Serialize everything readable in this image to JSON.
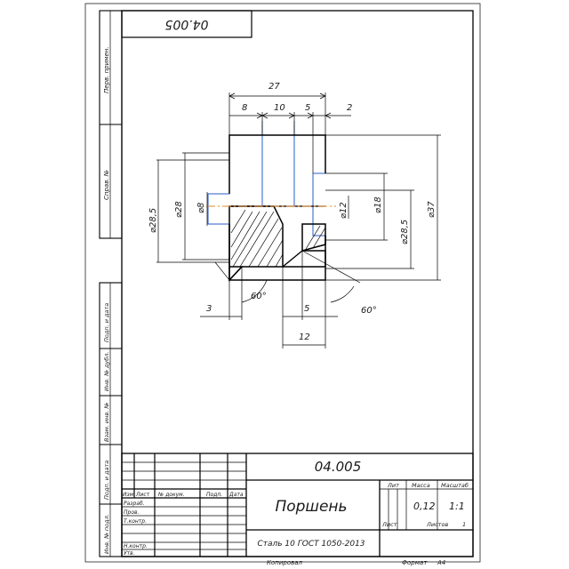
{
  "drawing": {
    "number": "04.005",
    "number_rotated": "04.005",
    "title": "Поршень",
    "material": "Сталь 10 ГОСТ 1050-2013",
    "mass": "0,12",
    "scale": "1:1",
    "sheet_label": "Лист",
    "sheets_label": "Листов",
    "sheets_value": "1",
    "copied": "Копировал",
    "format_label": "Формат",
    "format_value": "А4"
  },
  "title_block": {
    "col_izm": "Изм",
    "col_list": "Лист",
    "col_docnum": "№ докум.",
    "col_sign": "Подп.",
    "col_date": "Дата",
    "lit_header": "Лит",
    "mass_header": "Масса",
    "scale_header": "Масштаб",
    "row_razrab": "Разраб.",
    "row_prov": "Пров.",
    "row_tkontr": "Т.контр.",
    "row_nkontr": "Н.контр.",
    "row_utv": "Утв."
  },
  "side_strip": {
    "perv_primen": "Перв. примен.",
    "sprav_nomer": "Справ. №",
    "podp_data_1": "Подп. и дата",
    "inv_dubl": "Инв. № дубл.",
    "vzam_inv": "Взам. инв. №",
    "podp_data_2": "Подп. и дата",
    "inv_podl": "Инв. № подл."
  },
  "dimensions": {
    "d27": "27",
    "d8": "8",
    "d10": "10",
    "d5_top": "5",
    "d2": "2",
    "dia28_5_left": "⌀28,5",
    "dia28": "⌀28",
    "dia8": "⌀8",
    "dia12": "⌀12",
    "dia18": "⌀18",
    "dia28_5_right": "⌀28,5",
    "dia37": "⌀37",
    "d3": "3",
    "angle_left": "60°",
    "d5_bottom": "5",
    "angle_right": "60°",
    "d12": "12"
  }
}
